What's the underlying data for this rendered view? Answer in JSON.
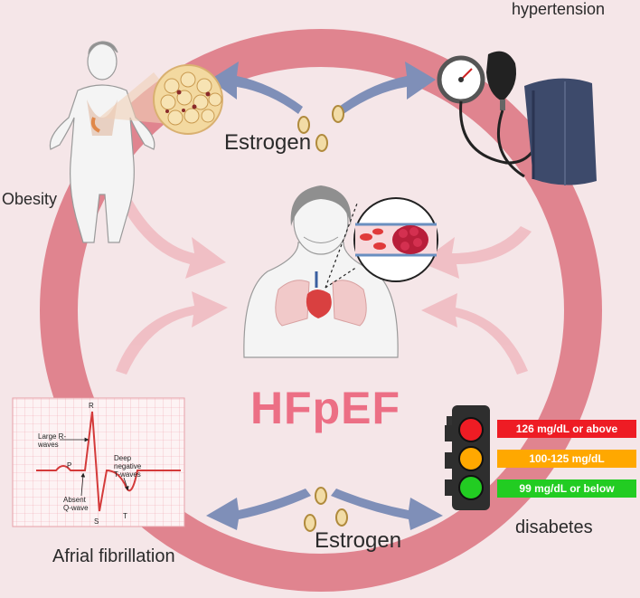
{
  "title": "HFpEF",
  "labels": {
    "hypertension": "hypertension",
    "obesity": "Obesity",
    "estrogen_top": "Estrogen",
    "estrogen_bottom": "Estrogen",
    "afib": "Afrial fibrillation",
    "diabetes": "disabetes"
  },
  "traffic_light": {
    "red": "126 mg/dL or above",
    "orange": "100-125 mg/dL",
    "green": "99 mg/dL or below",
    "colors": {
      "red": "#ee1c24",
      "orange": "#ffa800",
      "green": "#22cc22"
    }
  },
  "ecg": {
    "R": "R",
    "S": "S",
    "T": "T",
    "P": "P",
    "large_r": "Large R-\nwaves",
    "deep_t": "Deep\nnegative\nT-waves",
    "absent_q": "Absent\nQ-wave"
  },
  "colors": {
    "ring": "#e0848f",
    "hfpef": "#ec6f85",
    "arrow_blue": "#7f8fb8",
    "arrow_pink": "#f0b9bf"
  }
}
